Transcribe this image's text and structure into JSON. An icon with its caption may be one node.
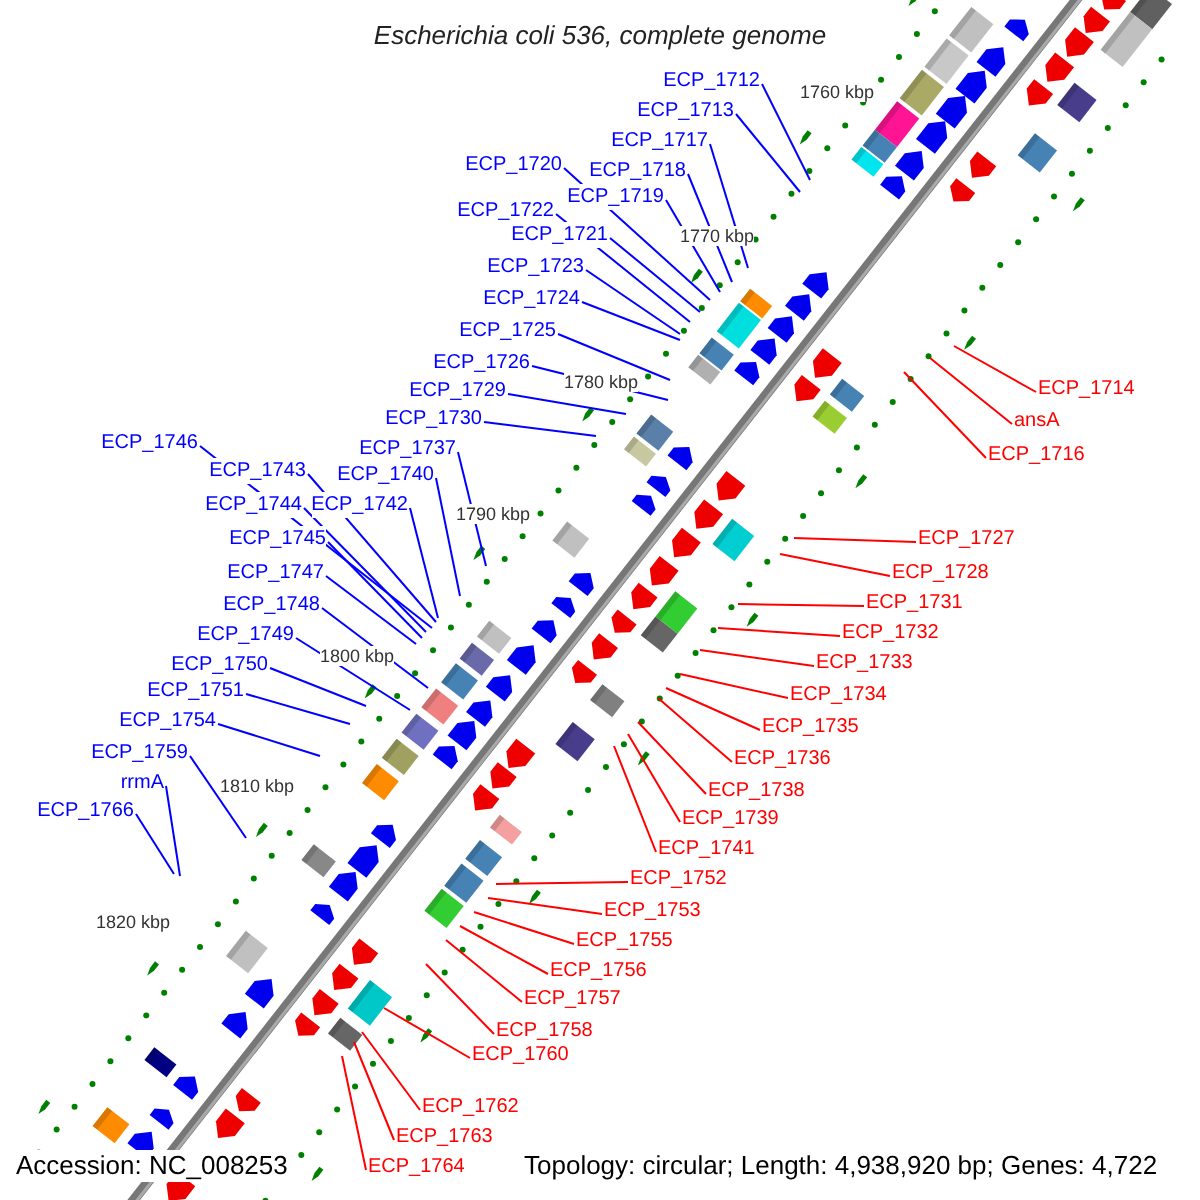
{
  "diagram": {
    "title": "Escherichia coli 536, complete genome",
    "nodes": [
      {
        "text": [
          "ECP_1712"
        ]
      },
      {
        "text": [
          "ECP_1713"
        ]
      },
      {
        "text": [
          "ECP_1717"
        ]
      },
      {
        "text": [
          "ECP_1720"
        ]
      },
      {
        "text": [
          "ECP_1718"
        ]
      },
      {
        "text": [
          "ECP_1719"
        ]
      },
      {
        "text": [
          "ECP_1722"
        ]
      },
      {
        "text": [
          "ECP_1721"
        ]
      },
      {
        "text": [
          "ECP_1723"
        ]
      },
      {
        "text": [
          "ECP_1724"
        ]
      },
      {
        "text": [
          "ECP_1725"
        ]
      },
      {
        "text": [
          "ECP_1726"
        ]
      },
      {
        "text": [
          "ECP_1729"
        ]
      },
      {
        "text": [
          "ECP_1730"
        ]
      },
      {
        "text": [
          "ECP_1737"
        ]
      },
      {
        "text": [
          "ECP_1740"
        ]
      },
      {
        "text": [
          "ECP_1746"
        ]
      },
      {
        "text": [
          "ECP_1743"
        ]
      },
      {
        "text": [
          "ECP_1742"
        ]
      },
      {
        "text": [
          "ECP_1744"
        ]
      },
      {
        "text": [
          "ECP_1745"
        ]
      },
      {
        "text": [
          "ECP_1747"
        ]
      },
      {
        "text": [
          "ECP_1748"
        ]
      },
      {
        "text": [
          "ECP_1749"
        ]
      },
      {
        "text": [
          "ECP_1750"
        ]
      },
      {
        "text": [
          "ECP_1751"
        ]
      },
      {
        "text": [
          "ECP_1754"
        ]
      },
      {
        "text": [
          "ECP_1759"
        ]
      },
      {
        "text": [
          "rrmA"
        ]
      },
      {
        "text": [
          "ECP_1766"
        ]
      },
      {
        "text": [
          "ECP_1714"
        ]
      },
      {
        "text": [
          "ansA"
        ]
      },
      {
        "text": [
          "ECP_1716"
        ]
      },
      {
        "text": [
          "ECP_1727"
        ]
      },
      {
        "text": [
          "ECP_1728"
        ]
      },
      {
        "text": [
          "ECP_1731"
        ]
      },
      {
        "text": [
          "ECP_1732"
        ]
      },
      {
        "text": [
          "ECP_1733"
        ]
      },
      {
        "text": [
          "ECP_1734"
        ]
      },
      {
        "text": [
          "ECP_1735"
        ]
      },
      {
        "text": [
          "ECP_1736"
        ]
      },
      {
        "text": [
          "ECP_1738"
        ]
      },
      {
        "text": [
          "ECP_1739"
        ]
      },
      {
        "text": [
          "ECP_1741"
        ]
      },
      {
        "text": [
          "ECP_1752"
        ]
      },
      {
        "text": [
          "ECP_1753"
        ]
      },
      {
        "text": [
          "ECP_1755"
        ]
      },
      {
        "text": [
          "ECP_1756"
        ]
      },
      {
        "text": [
          "ECP_1757"
        ]
      },
      {
        "text": [
          "ECP_1758"
        ]
      },
      {
        "text": [
          "ECP_1760"
        ]
      },
      {
        "text": [
          "ECP_1762"
        ]
      },
      {
        "text": [
          "ECP_1763"
        ]
      },
      {
        "text": [
          "ECP_1764"
        ]
      }
    ],
    "edges": [
      {
        "from": 0,
        "to": null,
        "arrow": "none"
      },
      {
        "from": 1,
        "to": null,
        "arrow": "none"
      },
      {
        "from": 2,
        "to": null,
        "arrow": "none"
      },
      {
        "from": 3,
        "to": null,
        "arrow": "none"
      },
      {
        "from": 4,
        "to": null,
        "arrow": "none"
      },
      {
        "from": 5,
        "to": null,
        "arrow": "none"
      },
      {
        "from": 6,
        "to": null,
        "arrow": "none"
      },
      {
        "from": 7,
        "to": null,
        "arrow": "none"
      },
      {
        "from": 8,
        "to": null,
        "arrow": "none"
      },
      {
        "from": 9,
        "to": null,
        "arrow": "none"
      },
      {
        "from": 10,
        "to": null,
        "arrow": "none"
      },
      {
        "from": 11,
        "to": null,
        "arrow": "none"
      },
      {
        "from": 12,
        "to": null,
        "arrow": "none"
      },
      {
        "from": 13,
        "to": null,
        "arrow": "none"
      },
      {
        "from": 14,
        "to": null,
        "arrow": "none"
      },
      {
        "from": 15,
        "to": null,
        "arrow": "none"
      },
      {
        "from": 16,
        "to": null,
        "arrow": "none"
      },
      {
        "from": 17,
        "to": null,
        "arrow": "none"
      },
      {
        "from": 18,
        "to": null,
        "arrow": "none"
      },
      {
        "from": 19,
        "to": null,
        "arrow": "none"
      },
      {
        "from": 20,
        "to": null,
        "arrow": "none"
      },
      {
        "from": 21,
        "to": null,
        "arrow": "none"
      },
      {
        "from": 22,
        "to": null,
        "arrow": "none"
      },
      {
        "from": 23,
        "to": null,
        "arrow": "none"
      },
      {
        "from": 24,
        "to": null,
        "arrow": "none"
      },
      {
        "from": 25,
        "to": null,
        "arrow": "none"
      },
      {
        "from": 26,
        "to": null,
        "arrow": "none"
      },
      {
        "from": 27,
        "to": null,
        "arrow": "none"
      },
      {
        "from": 28,
        "to": null,
        "arrow": "none"
      },
      {
        "from": 29,
        "to": null,
        "arrow": "none"
      },
      {
        "from": 30,
        "to": null,
        "arrow": "none",
        "color": "#ff0000"
      },
      {
        "from": 31,
        "to": null,
        "arrow": "none",
        "color": "#ff0000"
      },
      {
        "from": 32,
        "to": null,
        "arrow": "none",
        "color": "#ff0000"
      },
      {
        "from": 33,
        "to": null,
        "arrow": "none",
        "color": "#ff0000"
      },
      {
        "from": 34,
        "to": null,
        "arrow": "none",
        "color": "#ff0000"
      },
      {
        "from": 35,
        "to": null,
        "arrow": "none",
        "color": "#ff0000"
      },
      {
        "from": 36,
        "to": null,
        "arrow": "none",
        "color": "#ff0000"
      },
      {
        "from": 37,
        "to": null,
        "arrow": "none",
        "color": "#ff0000"
      },
      {
        "from": 38,
        "to": null,
        "arrow": "none",
        "color": "#ff0000"
      },
      {
        "from": 39,
        "to": null,
        "arrow": "none",
        "color": "#ff0000"
      },
      {
        "from": 40,
        "to": null,
        "arrow": "none",
        "color": "#ff0000"
      },
      {
        "from": 41,
        "to": null,
        "arrow": "none",
        "color": "#ff0000"
      },
      {
        "from": 42,
        "to": null,
        "arrow": "none",
        "color": "#ff0000"
      },
      {
        "from": 43,
        "to": null,
        "arrow": "none",
        "color": "#ff0000"
      },
      {
        "from": 44,
        "to": null,
        "arrow": "none",
        "color": "#ff0000"
      },
      {
        "from": 45,
        "to": null,
        "arrow": "none",
        "color": "#ff0000"
      },
      {
        "from": 46,
        "to": null,
        "arrow": "none",
        "color": "#ff0000"
      },
      {
        "from": 47,
        "to": null,
        "arrow": "none",
        "color": "#ff0000"
      },
      {
        "from": 48,
        "to": null,
        "arrow": "none",
        "color": "#ff0000"
      },
      {
        "from": 49,
        "to": null,
        "arrow": "none",
        "color": "#ff0000"
      },
      {
        "from": 50,
        "to": null,
        "arrow": "none",
        "color": "#ff0000"
      },
      {
        "from": 51,
        "to": null,
        "arrow": "none",
        "color": "#ff0000"
      },
      {
        "from": 52,
        "to": null,
        "arrow": "none",
        "color": "#ff0000"
      },
      {
        "from": 53,
        "to": null,
        "arrow": "none",
        "color": "#ff0000"
      }
    ],
    "labels": [
      "1760 kbp",
      "1770 kbp",
      "1780 kbp",
      "1790 kbp",
      "1800 kbp",
      "1810 kbp",
      "1820 kbp",
      "Accession: NC_008253",
      "Topology: circular; Length: 4,938,920 bp; Genes: 4,722"
    ]
  }
}
